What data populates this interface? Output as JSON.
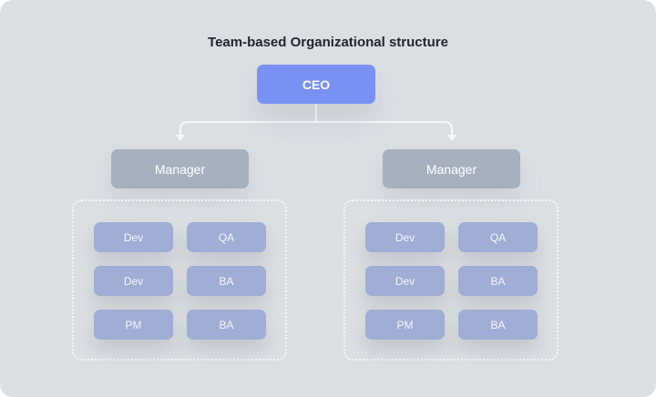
{
  "title": "Team-based Organizational structure",
  "ceo": {
    "label": "CEO",
    "color": "#7891f2"
  },
  "managers": [
    {
      "label": "Manager",
      "team": [
        "Dev",
        "QA",
        "Dev",
        "BA",
        "PM",
        "BA"
      ]
    },
    {
      "label": "Manager",
      "team": [
        "Dev",
        "QA",
        "Dev",
        "BA",
        "PM",
        "BA"
      ]
    }
  ]
}
